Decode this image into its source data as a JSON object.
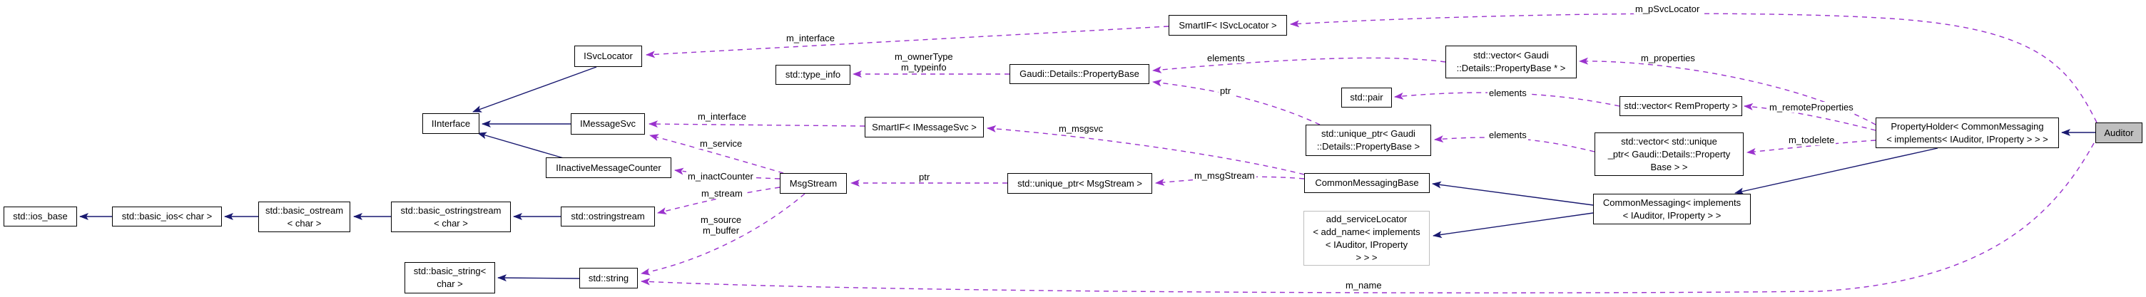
{
  "diagram": {
    "kind": "collaboration-graph",
    "focus_class": "Auditor",
    "colors": {
      "inheritance_edge": "#191970",
      "usage_edge": "#9A32CD",
      "node_background": "#ffffff",
      "node_border": "#000000",
      "focus_node_background": "#BFBFBF",
      "external_node_border": "#BEBEBE"
    },
    "nodes": [
      {
        "id": "iinterface",
        "label": "IInterface"
      },
      {
        "id": "isvclocator",
        "label": "ISvcLocator"
      },
      {
        "id": "imessagesvc",
        "label": "IMessageSvc"
      },
      {
        "id": "iinactivemessagecounter",
        "label": "IInactiveMessageCounter"
      },
      {
        "id": "msgstream",
        "label": "MsgStream"
      },
      {
        "id": "std-ios-base",
        "label": "std::ios_base"
      },
      {
        "id": "std-basic-ios",
        "label": "std::basic_ios< char >"
      },
      {
        "id": "std-basic-ostream",
        "label": "std::basic_ostream\n< char >"
      },
      {
        "id": "std-basic-ostringstream",
        "label": "std::basic_ostringstream\n< char >"
      },
      {
        "id": "std-ostringstream",
        "label": "std::ostringstream"
      },
      {
        "id": "std-basic-string",
        "label": "std::basic_string<\nchar >"
      },
      {
        "id": "std-string",
        "label": "std::string"
      },
      {
        "id": "std-type-info",
        "label": "std::type_info"
      },
      {
        "id": "smartif-imessagesvc",
        "label": "SmartIF< IMessageSvc >"
      },
      {
        "id": "gaudi-details-propertybase",
        "label": "Gaudi::Details::PropertyBase"
      },
      {
        "id": "smartif-isvclocator",
        "label": "SmartIF< ISvcLocator >"
      },
      {
        "id": "std-unique-ptr-msgstream",
        "label": "std::unique_ptr< MsgStream >"
      },
      {
        "id": "std-unique-ptr-propertybase",
        "label": "std::unique_ptr< Gaudi\n::Details::PropertyBase >"
      },
      {
        "id": "commonmessagingbase",
        "label": "CommonMessagingBase"
      },
      {
        "id": "add-servicelocator",
        "label": "add_serviceLocator\n< add_name< implements\n< IAuditor, IProperty\n> > >"
      },
      {
        "id": "std-pair",
        "label": "std::pair"
      },
      {
        "id": "std-vector-propertybase-ptr",
        "label": "std::vector< Gaudi\n::Details::PropertyBase * >"
      },
      {
        "id": "std-vector-remproperty",
        "label": "std::vector< RemProperty >"
      },
      {
        "id": "std-vector-unique-ptr",
        "label": "std::vector< std::unique\n_ptr< Gaudi::Details::Property\nBase > >"
      },
      {
        "id": "commonmessaging-implements",
        "label": "CommonMessaging< implements\n< IAuditor, IProperty > >"
      },
      {
        "id": "propertyholder",
        "label": "PropertyHolder< CommonMessaging\n< implements< IAuditor, IProperty > > >"
      },
      {
        "id": "auditor",
        "label": "Auditor"
      }
    ],
    "edges": [
      {
        "from": "ISvcLocator",
        "to": "IInterface",
        "type": "inheritance",
        "label": ""
      },
      {
        "from": "IMessageSvc",
        "to": "IInterface",
        "type": "inheritance",
        "label": ""
      },
      {
        "from": "IInactiveMessageCounter",
        "to": "IInterface",
        "type": "inheritance",
        "label": ""
      },
      {
        "from": "std::basic_ios< char >",
        "to": "std::ios_base",
        "type": "inheritance",
        "label": ""
      },
      {
        "from": "std::basic_ostream< char >",
        "to": "std::basic_ios< char >",
        "type": "inheritance",
        "label": ""
      },
      {
        "from": "std::basic_ostringstream< char >",
        "to": "std::basic_ostream< char >",
        "type": "inheritance",
        "label": ""
      },
      {
        "from": "std::ostringstream",
        "to": "std::basic_ostringstream< char >",
        "type": "inheritance",
        "label": ""
      },
      {
        "from": "std::string",
        "to": "std::basic_string< char >",
        "type": "inheritance",
        "label": ""
      },
      {
        "from": "CommonMessaging< implements< IAuditor, IProperty > >",
        "to": "CommonMessagingBase",
        "type": "inheritance",
        "label": ""
      },
      {
        "from": "CommonMessaging< implements< IAuditor, IProperty > >",
        "to": "add_serviceLocator< add_name< implements< IAuditor, IProperty > > >",
        "type": "inheritance",
        "label": ""
      },
      {
        "from": "PropertyHolder< CommonMessaging< implements< IAuditor, IProperty > > >",
        "to": "CommonMessaging< implements< IAuditor, IProperty > >",
        "type": "inheritance",
        "label": ""
      },
      {
        "from": "Auditor",
        "to": "PropertyHolder< CommonMessaging< implements< IAuditor, IProperty > > >",
        "type": "inheritance",
        "label": ""
      },
      {
        "from": "SmartIF< ISvcLocator >",
        "to": "ISvcLocator",
        "type": "usage",
        "label": "m_interface"
      },
      {
        "from": "Auditor",
        "to": "SmartIF< ISvcLocator >",
        "type": "usage",
        "label": "m_pSvcLocator"
      },
      {
        "from": "Gaudi::Details::PropertyBase",
        "to": "std::type_info",
        "type": "usage",
        "label": "m_ownerType\nm_typeinfo"
      },
      {
        "from": "std::vector< Gaudi::Details::PropertyBase * >",
        "to": "Gaudi::Details::PropertyBase",
        "type": "usage",
        "label": "elements"
      },
      {
        "from": "PropertyHolder< CommonMessaging< implements< IAuditor, IProperty > > >",
        "to": "std::vector< Gaudi::Details::PropertyBase * >",
        "type": "usage",
        "label": "m_properties"
      },
      {
        "from": "std::vector< RemProperty >",
        "to": "std::pair",
        "type": "usage",
        "label": "elements"
      },
      {
        "from": "PropertyHolder< CommonMessaging< implements< IAuditor, IProperty > > >",
        "to": "std::vector< RemProperty >",
        "type": "usage",
        "label": "m_remoteProperties"
      },
      {
        "from": "std::vector< std::unique_ptr< Gaudi::Details::PropertyBase > >",
        "to": "std::unique_ptr< Gaudi::Details::PropertyBase >",
        "type": "usage",
        "label": "elements"
      },
      {
        "from": "PropertyHolder< CommonMessaging< implements< IAuditor, IProperty > > >",
        "to": "std::vector< std::unique_ptr< Gaudi::Details::PropertyBase > >",
        "type": "usage",
        "label": "m_todelete"
      },
      {
        "from": "std::unique_ptr< Gaudi::Details::PropertyBase >",
        "to": "Gaudi::Details::PropertyBase",
        "type": "usage",
        "label": "ptr"
      },
      {
        "from": "SmartIF< IMessageSvc >",
        "to": "IMessageSvc",
        "type": "usage",
        "label": "m_interface"
      },
      {
        "from": "CommonMessagingBase",
        "to": "SmartIF< IMessageSvc >",
        "type": "usage",
        "label": "m_msgsvc"
      },
      {
        "from": "MsgStream",
        "to": "IMessageSvc",
        "type": "usage",
        "label": "m_service"
      },
      {
        "from": "MsgStream",
        "to": "IInactiveMessageCounter",
        "type": "usage",
        "label": "m_inactCounter"
      },
      {
        "from": "MsgStream",
        "to": "std::ostringstream",
        "type": "usage",
        "label": "m_stream"
      },
      {
        "from": "MsgStream",
        "to": "std::string",
        "type": "usage",
        "label": "m_source\nm_buffer"
      },
      {
        "from": "std::unique_ptr< MsgStream >",
        "to": "MsgStream",
        "type": "usage",
        "label": "ptr"
      },
      {
        "from": "CommonMessagingBase",
        "to": "std::unique_ptr< MsgStream >",
        "type": "usage",
        "label": "m_msgStream"
      },
      {
        "from": "Auditor",
        "to": "std::string",
        "type": "usage",
        "label": "m_name"
      }
    ]
  }
}
